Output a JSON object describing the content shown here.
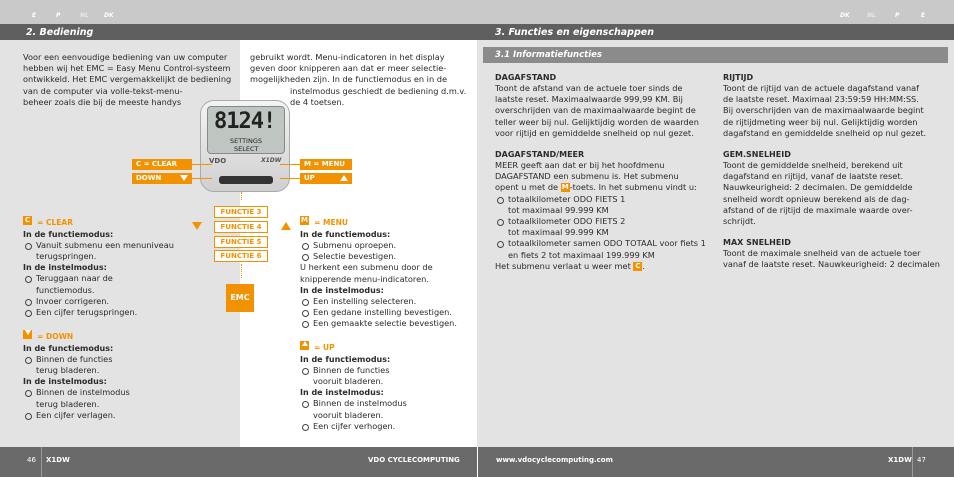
{
  "left_top_langs": [
    "E",
    "P",
    "NL",
    "DK"
  ],
  "right_top_langs": [
    "DK",
    "NL",
    "P",
    "E"
  ],
  "left_header": "2.  Bediening",
  "right_header": "3.  Functies en eigenschappen",
  "sub_header": "3.1  Informatiefuncties",
  "intro_col1": [
    "Voor een eenvoudige bediening van uw computer",
    "hebben wij het EMC = Easy Menu Control-systeem",
    "ontwikkeld. Het EMC vergemakkelijkt de bediening",
    "van de computer via volle-tekst-menu-",
    "beheer zoals die bij de meeste handys"
  ],
  "intro_col2": [
    "gebruikt wordt. Menu-indicatoren in het display",
    "geven door knipperen aan dat er meer selectie-",
    "mogelijkheden zijn. In de functiemodus en in de"
  ],
  "intro_col2b": [
    "instelmodus geschiedt de bediening d.m.v.",
    "de 4 toetsen."
  ],
  "device": {
    "line1": "8124!",
    "line2": "SETTINGS",
    "line3": "SELECT",
    "brand": "VDO",
    "model": "X1DW"
  },
  "buttons": {
    "c_clear": "C = CLEAR",
    "down": "DOWN",
    "m_menu": "M = MENU",
    "up": "UP",
    "emc": "EMC"
  },
  "functions": [
    "FUNCTIE 3",
    "FUNCTIE 4",
    "FUNCTIE 5",
    "FUNCTIE 6"
  ],
  "clear_block": {
    "key": "C",
    "title": "= CLEAR",
    "h1": "In de functiemodus:",
    "items1": [
      "Vanuit submenu een menuniveau",
      "terugspringen."
    ],
    "h2": "In de instelmodus:",
    "items2": [
      "Teruggaan naar de",
      "functiemodus.",
      "Invoer corrigeren.",
      "Een cijfer terugspringen."
    ]
  },
  "down_block": {
    "title": "= DOWN",
    "h1": "In de functiemodus:",
    "items1": [
      "Binnen de functies",
      "terug bladeren."
    ],
    "h2": "In de instelmodus:",
    "items2": [
      "Binnen de instelmodus",
      "terug bladeren.",
      "Een cijfer verlagen."
    ]
  },
  "menu_block": {
    "key": "M",
    "title": "= MENU",
    "h1": "In de functiemodus:",
    "items1": [
      "Submenu oproepen.",
      "Selectie bevestigen."
    ],
    "p1": "U herkent een submenu door de",
    "p2": "knipperende menu-indicatoren.",
    "h2": "In de instelmodus:",
    "items2": [
      "Een instelling selecteren.",
      "Een gedane instelling bevestigen.",
      "Een gemaakte selectie bevestigen."
    ]
  },
  "up_block": {
    "title": "= UP",
    "h1": "In de functiemodus:",
    "items1": [
      "Binnen de functies",
      "vooruit bladeren."
    ],
    "h2": "In de instelmodus:",
    "items2": [
      "Binnen de instelmodus",
      "vooruit bladeren.",
      "Een cijfer verhogen."
    ]
  },
  "dagafstand": {
    "title": "DAGAFSTAND",
    "lines": [
      "Toont de afstand van de actuele toer sinds de",
      "laatste reset. Maximaalwaarde 999,99 KM. Bij",
      "overschrijden van de maximaalwaarde begint de",
      "teller weer bij nul. Gelijktijdig worden de waarden",
      "voor rijtijd en gemiddelde snelheid op nul gezet."
    ]
  },
  "dagafstand_meer": {
    "title": "DAGAFSTAND/MEER",
    "lines": [
      "MEER geeft aan dat er bij het hoofdmenu",
      "DAGAFSTAND een submenu is. Het submenu"
    ],
    "open_a": "opent u met de",
    "open_key": "M",
    "open_b": "-toets. In het submenu vindt u:",
    "items": [
      [
        "totaalkilometer ODO FIETS 1",
        "tot maximaal 99.999 KM"
      ],
      [
        "totaalkilometer ODO FIETS 2",
        "tot maximaal 99.999 KM"
      ],
      [
        "totaalkilometer samen ODO TOTAAL voor fiets 1",
        "en fiets 2 tot maximaal 199.999 KM"
      ]
    ],
    "leave": "Het submenu verlaat u weer met",
    "leave_key": "C",
    "leave_end": "."
  },
  "rijtijd": {
    "title": "RIJTIJD",
    "lines": [
      "Toont de rijtijd van de actuele dagafstand vanaf",
      "de laatste reset. Maximaal 23:59:59 HH:MM:SS.",
      "Bij overschrijden van de maximaalwaarde begint",
      "de rijtijdmeting weer bij nul. Gelijktijdig worden",
      "dagafstand en gemiddelde snelheid op nul gezet."
    ]
  },
  "gem": {
    "title": "GEM.SNELHEID",
    "lines": [
      "Toont de gemiddelde snelheid, berekend uit",
      "dagafstand en rijtijd, vanaf de laatste reset.",
      "Nauwkeurigheid: 2 decimalen. De gemiddelde",
      "snelheid wordt opnieuw berekend als de dag-",
      "afstand of de rijtijd de maximale waarde over-",
      "schrijdt."
    ]
  },
  "max": {
    "title": "MAX SNELHEID",
    "lines": [
      "Toont de maximale snelheid van de actuele toer",
      "vanaf de laatste reset. Nauwkeurigheid: 2 decimalen"
    ]
  },
  "footer": {
    "page_left": "46",
    "model_left": "X1DW",
    "brand": "VDO CYCLECOMPUTING",
    "url": "www.vdocyclecomputing.com",
    "model_right": "X1DW",
    "page_right": "47"
  },
  "colors": {
    "accent": "#f39200",
    "header": "#5f5f5f"
  }
}
